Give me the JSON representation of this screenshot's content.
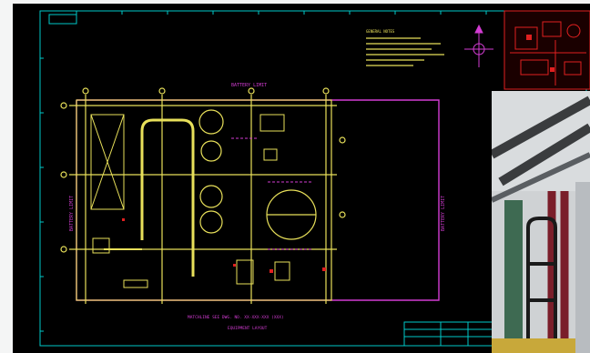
{
  "drawing": {
    "title_tag": "MATCHLINE SEE DWG. NO. XX-XXX",
    "top_label": "BATTERY LIMIT",
    "left_label": "BATTERY LIMIT",
    "right_label": "BATTERY LIMIT",
    "bottom_title": "MATCHLINE SEE DWG. NO. XX-XXX-XXX (XXX)",
    "bottom_subtitle": "EQUIPMENT LAYOUT",
    "notes_heading": "GENERAL NOTES",
    "colors": {
      "background": "#000000",
      "border": "#00c8c8",
      "linework": "#e8e05a",
      "boundary": "#d23cd2",
      "redline": "#e02020",
      "notes": "#e8e05a"
    }
  },
  "photo": {
    "subject": "industrial pipe rack photograph"
  }
}
